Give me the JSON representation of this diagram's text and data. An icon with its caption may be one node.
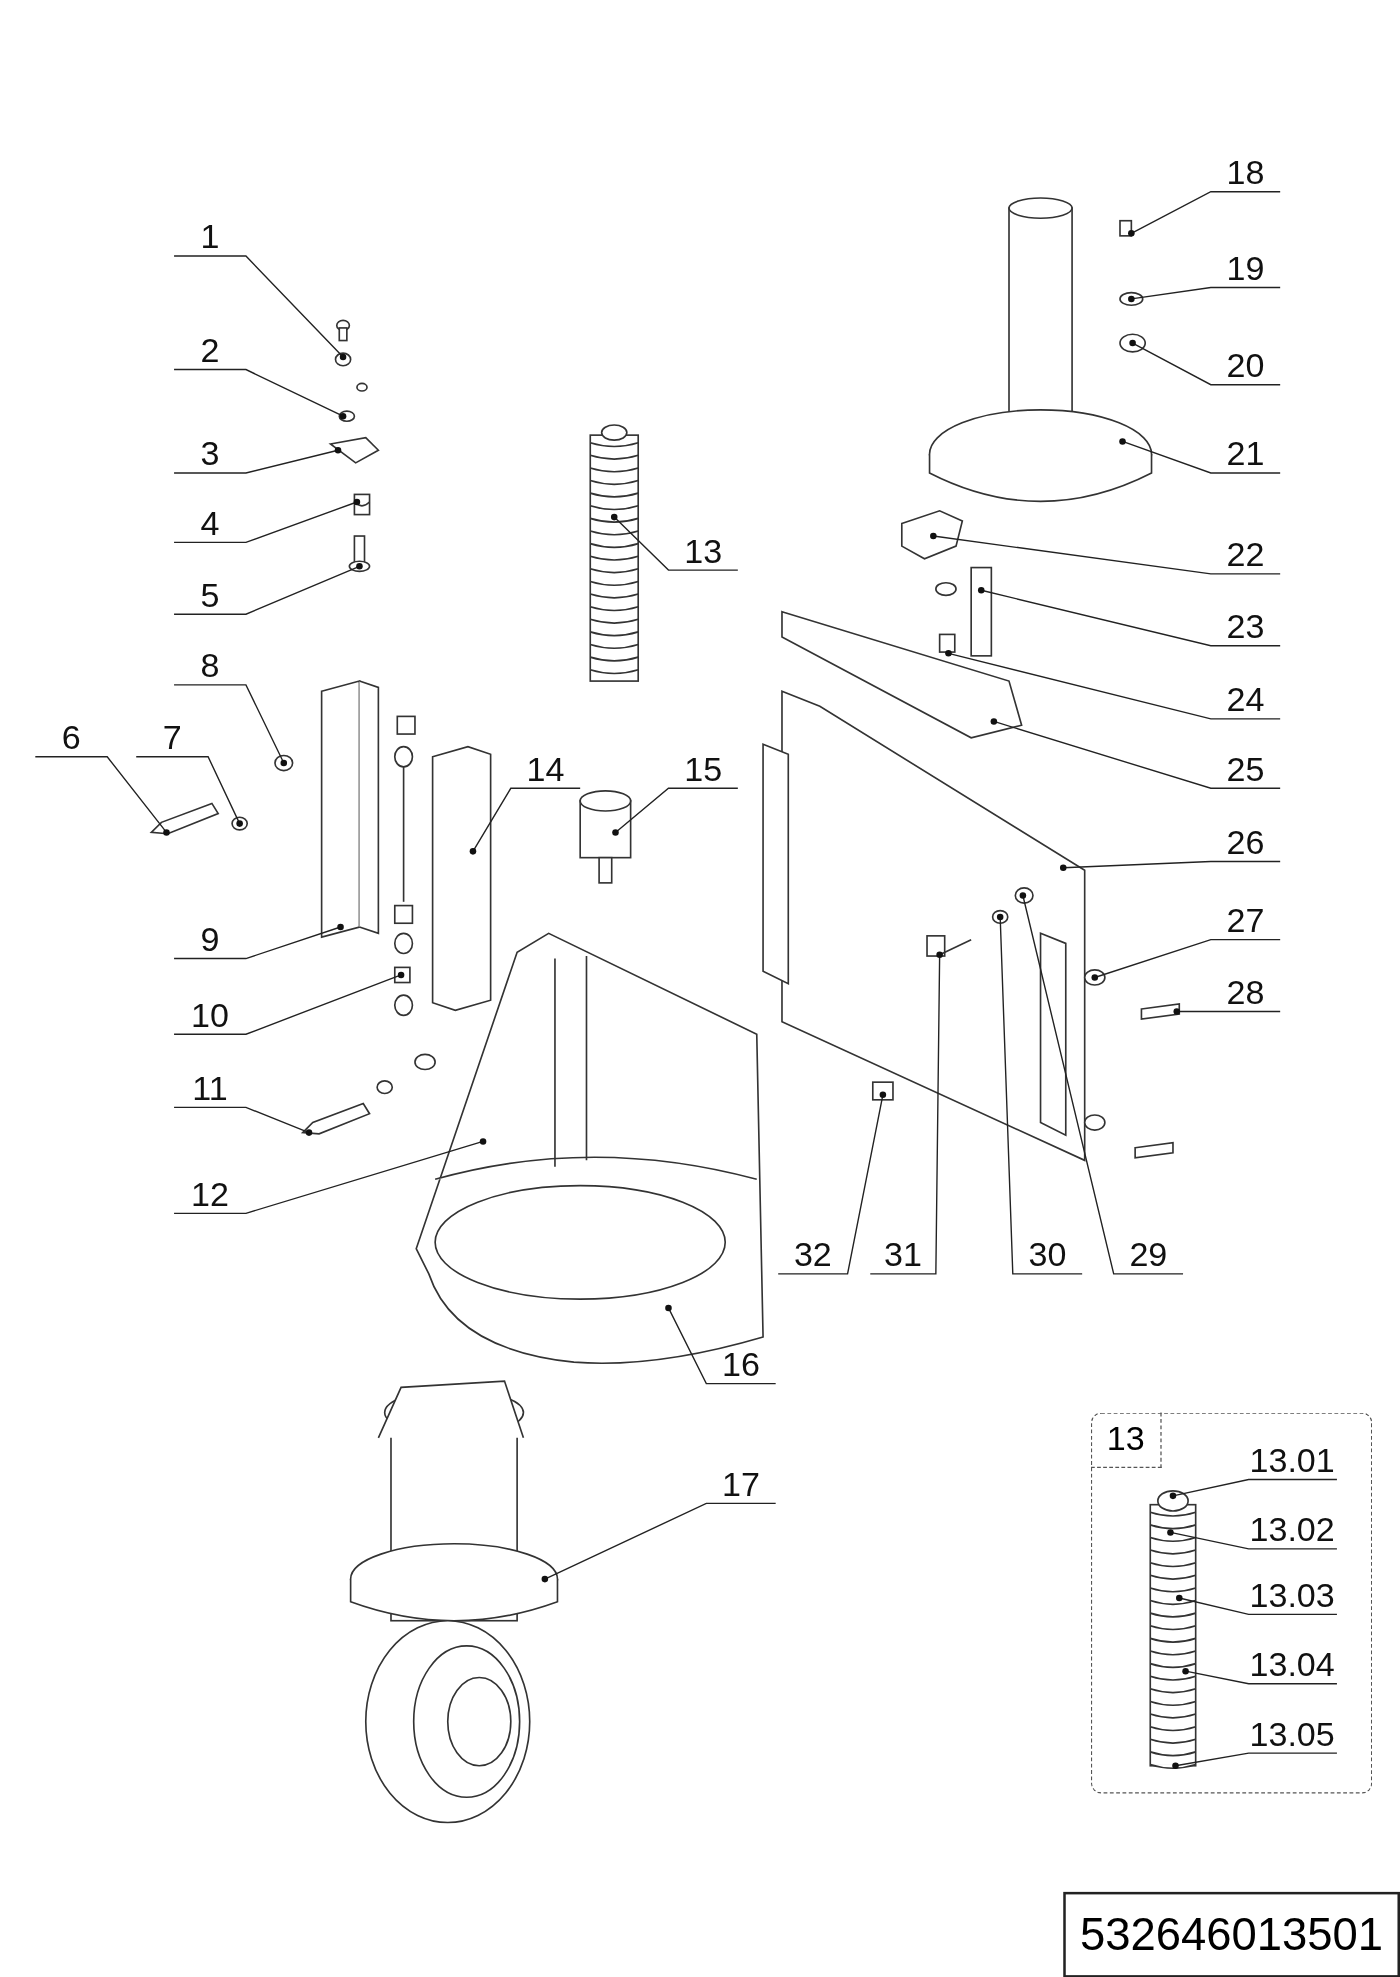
{
  "diagram": {
    "nodes": [
      {
        "text": [
          "1"
        ]
      },
      {
        "text": [
          "2"
        ]
      },
      {
        "text": [
          "3"
        ]
      },
      {
        "text": [
          "4"
        ]
      },
      {
        "text": [
          "5"
        ]
      },
      {
        "text": [
          "6"
        ]
      },
      {
        "text": [
          "7"
        ]
      },
      {
        "text": [
          "8"
        ]
      },
      {
        "text": [
          "9"
        ]
      },
      {
        "text": [
          "10"
        ]
      },
      {
        "text": [
          "11"
        ]
      },
      {
        "text": [
          "12"
        ]
      },
      {
        "text": [
          "13"
        ]
      },
      {
        "text": [
          "14"
        ]
      },
      {
        "text": [
          "15"
        ]
      },
      {
        "text": [
          "16"
        ]
      },
      {
        "text": [
          "17"
        ]
      },
      {
        "text": [
          "18"
        ]
      },
      {
        "text": [
          "19"
        ]
      },
      {
        "text": [
          "20"
        ]
      },
      {
        "text": [
          "21"
        ]
      },
      {
        "text": [
          "22"
        ]
      },
      {
        "text": [
          "23"
        ]
      },
      {
        "text": [
          "24"
        ]
      },
      {
        "text": [
          "25"
        ]
      },
      {
        "text": [
          "26"
        ]
      },
      {
        "text": [
          "27"
        ]
      },
      {
        "text": [
          "28"
        ]
      },
      {
        "text": [
          "29"
        ]
      },
      {
        "text": [
          "30"
        ]
      },
      {
        "text": [
          "31"
        ]
      },
      {
        "text": [
          "32"
        ]
      },
      {
        "text": [
          "13"
        ]
      },
      {
        "text": [
          "13.01"
        ],
        "in": 32
      },
      {
        "text": [
          "13.02"
        ],
        "in": 32
      },
      {
        "text": [
          "13.03"
        ],
        "in": 32
      },
      {
        "text": [
          "13.04"
        ],
        "in": 32
      },
      {
        "text": [
          "13.05"
        ],
        "in": 32
      },
      {
        "text": [
          "532646013501"
        ]
      }
    ],
    "edges": [
      {
        "from": 0,
        "to": null,
        "arrow": "other"
      },
      {
        "from": 1,
        "to": null,
        "arrow": "other"
      },
      {
        "from": 2,
        "to": null,
        "arrow": "other"
      },
      {
        "from": 3,
        "to": null,
        "arrow": "other"
      },
      {
        "from": 4,
        "to": null,
        "arrow": "other"
      },
      {
        "from": 5,
        "to": null,
        "arrow": "other"
      },
      {
        "from": 6,
        "to": null,
        "arrow": "other"
      },
      {
        "from": 7,
        "to": null,
        "arrow": "other"
      },
      {
        "from": 8,
        "to": null,
        "arrow": "other"
      },
      {
        "from": 9,
        "to": null,
        "arrow": "other"
      },
      {
        "from": 10,
        "to": null,
        "arrow": "other"
      },
      {
        "from": 11,
        "to": null,
        "arrow": "other"
      },
      {
        "from": 12,
        "to": null,
        "arrow": "other"
      },
      {
        "from": 13,
        "to": null,
        "arrow": "other"
      },
      {
        "from": 14,
        "to": null,
        "arrow": "other"
      },
      {
        "from": 15,
        "to": null,
        "arrow": "other"
      },
      {
        "from": 16,
        "to": null,
        "arrow": "other"
      },
      {
        "from": 17,
        "to": null,
        "arrow": "other"
      },
      {
        "from": 18,
        "to": null,
        "arrow": "other"
      },
      {
        "from": 19,
        "to": null,
        "arrow": "other"
      },
      {
        "from": 20,
        "to": null,
        "arrow": "other"
      },
      {
        "from": 21,
        "to": null,
        "arrow": "other"
      },
      {
        "from": 22,
        "to": null,
        "arrow": "other"
      },
      {
        "from": 23,
        "to": null,
        "arrow": "other"
      },
      {
        "from": 24,
        "to": null,
        "arrow": "other"
      },
      {
        "from": 25,
        "to": null,
        "arrow": "other"
      },
      {
        "from": 26,
        "to": null,
        "arrow": "other"
      },
      {
        "from": 27,
        "to": null,
        "arrow": "other"
      },
      {
        "from": 28,
        "to": null,
        "arrow": "other"
      },
      {
        "from": 29,
        "to": null,
        "arrow": "other"
      },
      {
        "from": 30,
        "to": null,
        "arrow": "other"
      },
      {
        "from": 31,
        "to": null,
        "arrow": "other"
      },
      {
        "from": 33,
        "to": null,
        "arrow": "other"
      },
      {
        "from": 34,
        "to": null,
        "arrow": "other"
      },
      {
        "from": 35,
        "to": null,
        "arrow": "other"
      },
      {
        "from": 36,
        "to": null,
        "arrow": "other"
      },
      {
        "from": 37,
        "to": null,
        "arrow": "other"
      }
    ]
  }
}
